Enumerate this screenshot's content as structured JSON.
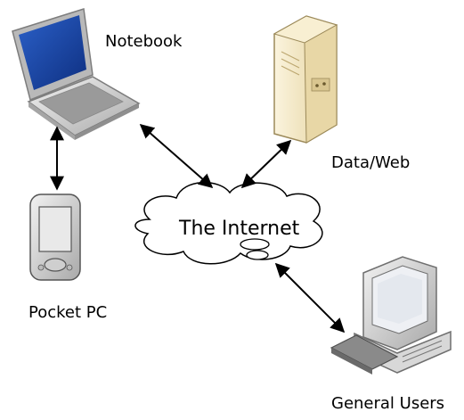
{
  "nodes": {
    "notebook": "Notebook",
    "data_web": "Data/Web",
    "pocket_pc": "Pocket PC",
    "general_users": "General Users",
    "internet": "The Internet"
  },
  "edges": [
    {
      "from": "notebook",
      "to": "pocket_pc",
      "style": "bidirectional-arrow"
    },
    {
      "from": "notebook",
      "to": "internet",
      "style": "bidirectional-arrow"
    },
    {
      "from": "data_web",
      "to": "internet",
      "style": "bidirectional-arrow"
    },
    {
      "from": "general_users",
      "to": "internet",
      "style": "bidirectional-arrow"
    }
  ],
  "icons": {
    "notebook": "laptop-icon",
    "data_web": "server-icon",
    "pocket_pc": "pda-icon",
    "general_users": "desktop-computer-icon",
    "internet": "cloud-icon"
  },
  "colors": {
    "laptop_screen": "#1a47a8",
    "server_body": "#f1e4bd",
    "device_gray": "#c8c8c8",
    "line": "#000000"
  }
}
